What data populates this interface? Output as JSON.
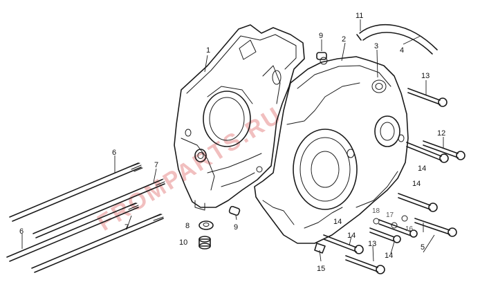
{
  "colors": {
    "line": "#1a1a1a",
    "background": "#ffffff",
    "watermark": "#e58a8a"
  },
  "watermark": {
    "text": "FROMPARTS.RU"
  },
  "callouts": [
    {
      "id": "1",
      "label": "1"
    },
    {
      "id": "2",
      "label": "2"
    },
    {
      "id": "3",
      "label": "3"
    },
    {
      "id": "4",
      "label": "4"
    },
    {
      "id": "5",
      "label": "5"
    },
    {
      "id": "6a",
      "label": "6"
    },
    {
      "id": "6b",
      "label": "6"
    },
    {
      "id": "7a",
      "label": "7"
    },
    {
      "id": "7b",
      "label": "7"
    },
    {
      "id": "8",
      "label": "8"
    },
    {
      "id": "9a",
      "label": "9"
    },
    {
      "id": "9b",
      "label": "9"
    },
    {
      "id": "10",
      "label": "10"
    },
    {
      "id": "11",
      "label": "11"
    },
    {
      "id": "12",
      "label": "12"
    },
    {
      "id": "13a",
      "label": "13"
    },
    {
      "id": "13b",
      "label": "13"
    },
    {
      "id": "14a",
      "label": "14"
    },
    {
      "id": "14b",
      "label": "14"
    },
    {
      "id": "14c",
      "label": "14"
    },
    {
      "id": "14d",
      "label": "14"
    },
    {
      "id": "14e",
      "label": "14"
    },
    {
      "id": "15",
      "label": "15"
    },
    {
      "id": "16",
      "label": "16"
    },
    {
      "id": "17",
      "label": "17"
    },
    {
      "id": "18",
      "label": "18"
    }
  ]
}
